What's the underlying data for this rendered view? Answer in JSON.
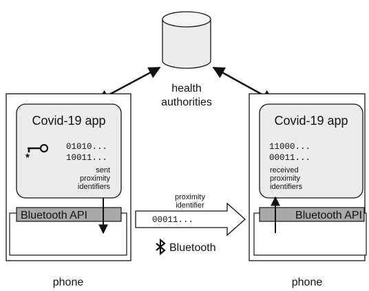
{
  "server": {
    "label_line1": "health",
    "label_line2": "authorities"
  },
  "left_phone": {
    "app_title": "Covid-19 app",
    "key_icon": "key-icon",
    "binary_line1": "01010...",
    "binary_line2": "10011...",
    "caption_line1": "sent",
    "caption_line2": "proximity",
    "caption_line3": "identifiers",
    "api_label": "Bluetooth API",
    "device_label": "phone"
  },
  "right_phone": {
    "app_title": "Covid-19 app",
    "binary_line1": "11000...",
    "binary_line2": "00011...",
    "caption_line1": "received",
    "caption_line2": "proximity",
    "caption_line3": "identifiers",
    "api_label": "Bluetooth API",
    "device_label": "phone"
  },
  "transfer": {
    "label_line1": "proximity",
    "label_line2": "identifier",
    "value": "00011...",
    "bluetooth_icon": "bluetooth-icon",
    "bluetooth_label": "Bluetooth"
  }
}
